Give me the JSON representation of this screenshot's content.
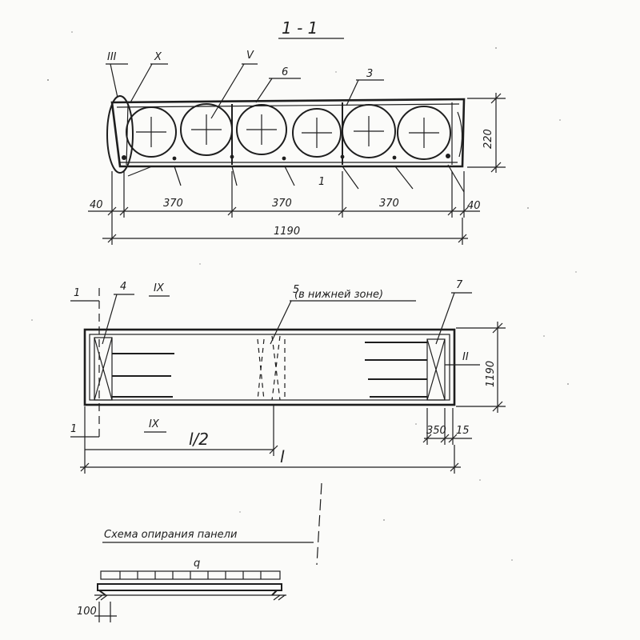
{
  "section_title": "1 - 1",
  "callouts": {
    "node_III": "III",
    "node_X": "X",
    "node_V": "V",
    "pos_6": "6",
    "pos_3": "3",
    "pos_1": "1",
    "pos_4": "4",
    "node_IX": "IX",
    "node_IX_bottom": "IX",
    "pos_5": "5",
    "pos_5_note": "(в нижней зоне)",
    "pos_7": "7",
    "node_II": "II",
    "cut_1_top": "1",
    "cut_1_bottom": "1"
  },
  "section_dims": {
    "left_edge": "40",
    "bay_1": "370",
    "bay_2": "370",
    "bay_3": "370",
    "right_edge": "40",
    "total_width": "1190",
    "height": "220"
  },
  "plan_dims": {
    "width": "1190",
    "half_span": "l/2",
    "span": "l",
    "end_zone": "350",
    "end_offset": "15"
  },
  "support_scheme": {
    "title": "Схема опирания панели",
    "load_label": "q",
    "bearing_length": "100"
  }
}
